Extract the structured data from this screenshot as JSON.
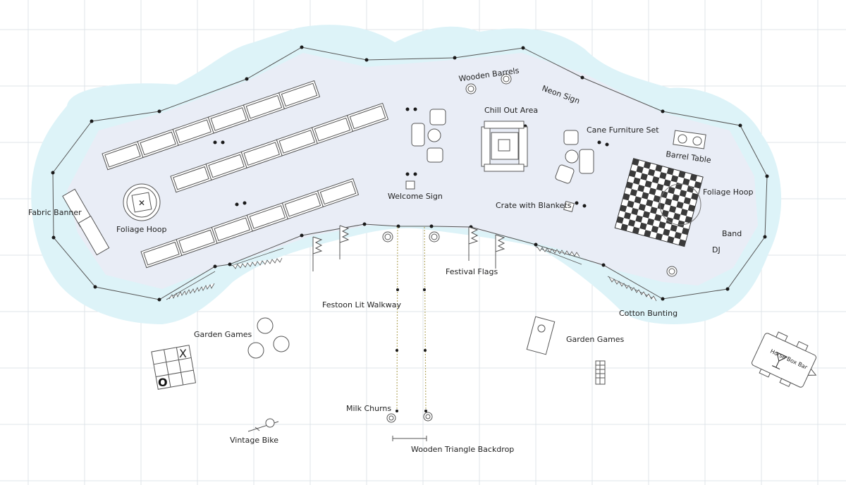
{
  "labels": {
    "fabric_banner": "Fabric Banner",
    "foliage_hoop_left": "Foliage Hoop",
    "foliage_hoop_right": "Foliage Hoop",
    "wooden_barrels": "Wooden Barrels",
    "neon_sign": "Neon Sign",
    "chill_out_area": "Chill Out Area",
    "cane_furniture_set": "Cane Furniture Set",
    "barrel_table": "Barrel Table",
    "welcome_sign": "Welcome Sign",
    "crate_with_blankets": "Crate with Blankets",
    "band": "Band",
    "dj": "DJ",
    "festival_flags": "Festival Flags",
    "festoon_lit_walkway": "Festoon Lit Walkway",
    "cotton_bunting": "Cotton Bunting",
    "garden_games_left": "Garden Games",
    "garden_games_right": "Garden Games",
    "milk_churns": "Milk Churns",
    "vintage_bike": "Vintage Bike",
    "wooden_triangle_backdrop": "Wooden Triangle Backdrop",
    "horse_box_bar": "Horse Box Bar",
    "noughts_and_crosses_x": "X",
    "noughts_and_crosses_o": "O"
  },
  "colors": {
    "grid": "#dfe4ea",
    "halo": "#ddf3f8",
    "floor": "#e9edf6",
    "outline": "#555555",
    "checker": "#3a3a3a"
  }
}
